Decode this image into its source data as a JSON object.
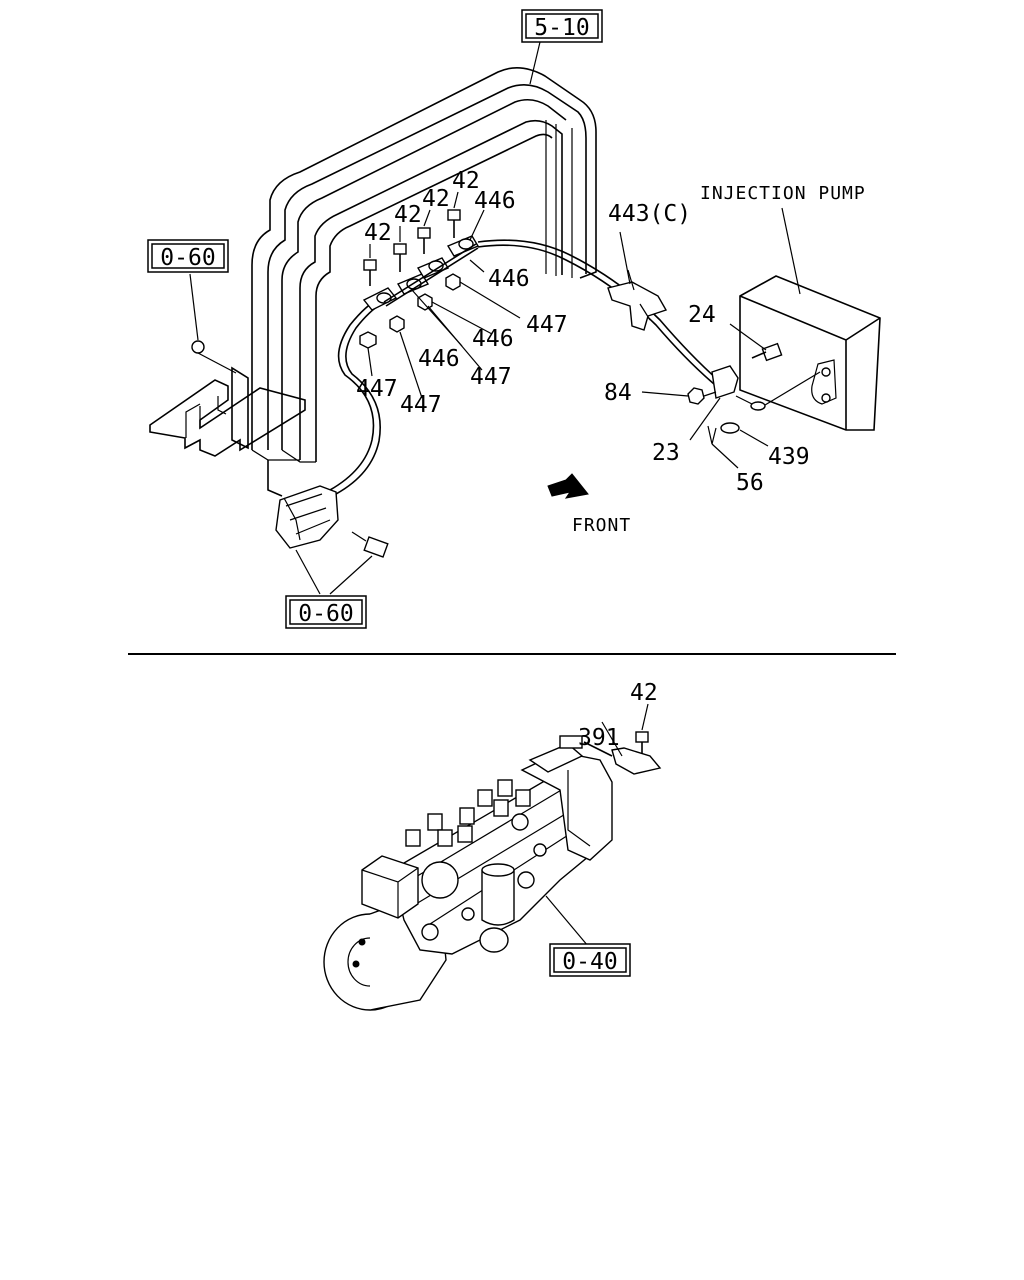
{
  "refs": {
    "top_frame": "5-10",
    "left_bracket": "0-60",
    "switch": "0-60",
    "pump": "0-40"
  },
  "captions": {
    "injection_pump": "INJECTION PUMP",
    "front": "FRONT"
  },
  "callouts": {
    "bolt_a": "42",
    "bolt_b": "42",
    "bolt_c": "42",
    "bolt_d": "42",
    "clip_top": "446",
    "clip_mid": "446",
    "clip_low": "446",
    "clip_bottom": "446",
    "nut_right": "447",
    "nut_mid": "447",
    "nut_left": "447",
    "nut_left_b": "447",
    "bracket_443": "443(C)",
    "bolt_24": "24",
    "nut_84": "84",
    "bracket_23": "23",
    "washer_439": "439",
    "pin_56": "56",
    "bracket_391": "391",
    "bolt_42_lower": "42"
  }
}
